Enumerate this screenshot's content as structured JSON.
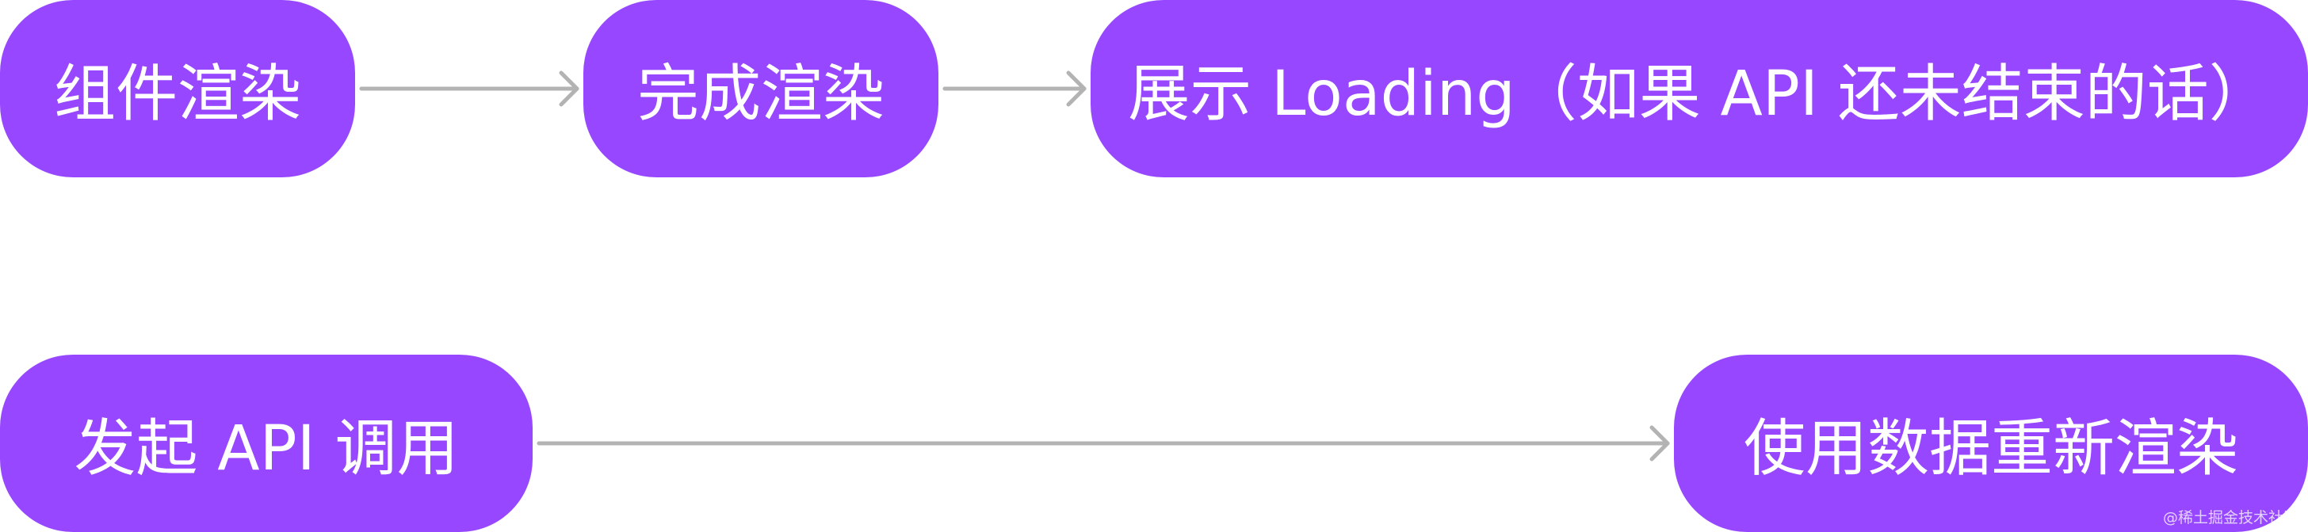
{
  "diagram": {
    "node_color": "#9747ff",
    "edge_color": "#b3b3b3",
    "nodes": [
      {
        "id": "render-component",
        "label": "组件渲染"
      },
      {
        "id": "render-complete",
        "label": "完成渲染"
      },
      {
        "id": "show-loading",
        "label": "展示 Loading（如果 API 还未结束的话）"
      },
      {
        "id": "start-api-call",
        "label": "发起 API 调用"
      },
      {
        "id": "rerender-with-data",
        "label": "使用数据重新渲染"
      }
    ],
    "edges": [
      {
        "from": "render-component",
        "to": "render-complete"
      },
      {
        "from": "render-complete",
        "to": "show-loading"
      },
      {
        "from": "start-api-call",
        "to": "rerender-with-data"
      }
    ]
  },
  "watermark": "@稀土掘金技术社区"
}
